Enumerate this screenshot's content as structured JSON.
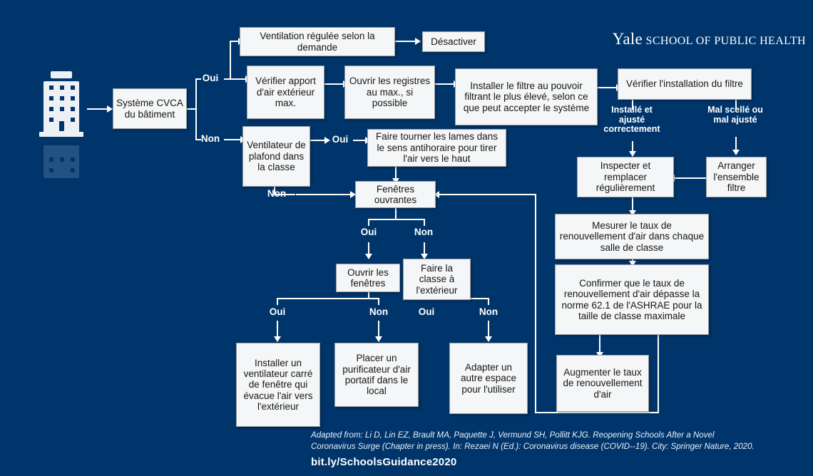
{
  "branding": {
    "yale_wordmark": "Yale",
    "yale_unit": "SCHOOL OF PUBLIC HEALTH"
  },
  "icons": {
    "building": "building-icon"
  },
  "nodes": {
    "hvac": "Système CVCA du bâtiment",
    "demand_ventilation": "Ventilation régulée selon la demande",
    "disable": "Désactiver",
    "check_outdoor_air": "Vérifier apport d'air extérieur max.",
    "open_dampers": "Ouvrir les registres au max., si possible",
    "install_filter": "Install­er le filtre au pouvoir filtrant le plus élevé, selon ce que peut accepter le système",
    "verify_filter_install": "Vérifier l'installation du filtre",
    "ceiling_fan": "Ventilateur de plafond dans la classe",
    "rotate_blades": "Faire tourner les lames dans le sens antihoraire pour tirer l'air vers le haut",
    "openable_windows": "Fenêtres ouvrantes",
    "inspect_replace": "Inspecter et remplacer régulièrement",
    "fix_filter_assembly": "Arranger l'ensemble filtre",
    "measure_air_change": "Mesurer le taux de renouvellement d'air dans chaque salle de classe",
    "confirm_ashrae": "Confirmer que le taux de renouvellement d'air dépasse la norme 62.1 de l'ASHRAE pour la taille de classe maximale",
    "increase_air_change": "Augmenter le taux de renouvellement d'air",
    "open_windows": "Ouvrir les fenêtres",
    "class_outdoors": "Faire la classe à l'extérieur",
    "window_fan": "Installer un ventilateur carré de fenêtre qui évacue l'air vers l'extérieur",
    "portable_purifier": "Placer un purificateur d'air portatif dans le local",
    "adapt_other_space": "Adapter un autre espace pour l'utiliser"
  },
  "edge_labels": {
    "hvac_yes": "Oui",
    "hvac_no": "Non",
    "fan_yes": "Oui",
    "fan_no": "Non",
    "windows_yes": "Oui",
    "windows_no": "Non",
    "openwin_yes": "Oui",
    "openwin_no": "Non",
    "outdoor_yes": "Oui",
    "outdoor_no": "Non",
    "filter_ok": "Installé et\najusté\ncorrectement",
    "filter_bad": "Mal scellé ou\nmal ajusté"
  },
  "footer": {
    "citation_line1": "Adapted from: Li D, Lin EZ, Brault MA, Paquette J, Vermund SH, Pollitt KJG. Reopening Schools After a Novel",
    "citation_line2": "Coronavirus Surge (Chapter in press). In: Rezaei N (Ed.): Coronavirus disease (COVID--19). City: Springer Nature, 2020.",
    "link": "bit.ly/SchoolsGuidance2020"
  },
  "colors": {
    "background": "#00356B",
    "box_fill": "#F5F6F7",
    "text_dark": "#161616",
    "connector": "#FFFFFF"
  }
}
